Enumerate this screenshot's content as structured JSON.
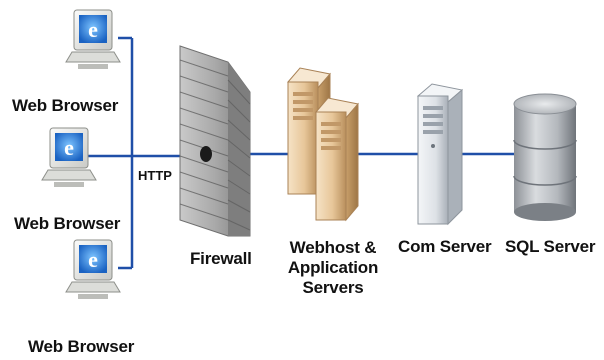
{
  "labels": {
    "browser_1": "Web Browser",
    "browser_2": "Web Browser",
    "browser_3": "Web Browser",
    "protocol": "HTTP",
    "firewall": "Firewall",
    "webhost_line1": "Webhost &",
    "webhost_line2": "Application",
    "webhost_line3": "Servers",
    "com_server": "Com Server",
    "sql_server": "SQL Server"
  },
  "colors": {
    "link_line": "#1f4fa8",
    "monitor_body": "#eeeeec",
    "screen_blue": "#2a7fd6",
    "brick": "#9a9a9a",
    "server_tan": "#e8c9a0",
    "com_server_gray": "#e6e9ec",
    "database_gray": "#b9bcc0"
  },
  "icons": {
    "browser": "computer-monitor-icon",
    "firewall": "brick-wall-icon",
    "webhost": "server-tower-icon",
    "com_server": "server-tower-icon",
    "sql_server": "database-cylinder-icon"
  }
}
